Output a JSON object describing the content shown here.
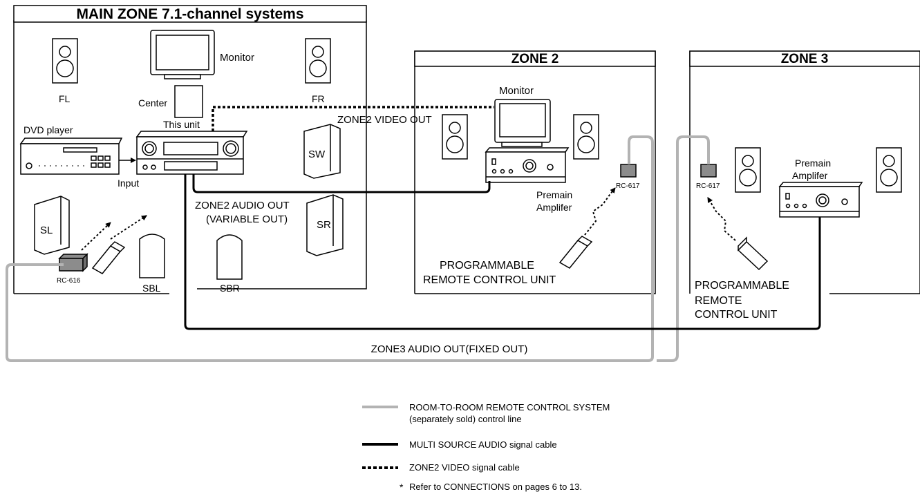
{
  "zones": {
    "main": {
      "title": "MAIN ZONE 7.1-channel systems",
      "monitor": "Monitor",
      "center": "Center",
      "this_unit": "This unit",
      "dvd_player": "DVD player",
      "input": "Input",
      "speakers": {
        "fl": "FL",
        "fr": "FR",
        "sw": "SW",
        "sl": "SL",
        "sr": "SR",
        "sbl": "SBL",
        "sbr": "SBR"
      },
      "receiver": "RC-616",
      "zone2_video_out": "ZONE2 VIDEO OUT",
      "zone2_audio_out_line1": "ZONE2 AUDIO OUT",
      "zone2_audio_out_line2": "(VARIABLE OUT)"
    },
    "zone2": {
      "title": "ZONE 2",
      "monitor": "Monitor",
      "amp_line1": "Premain",
      "amp_line2": "Amplifer",
      "receiver": "RC-617",
      "remote_line1": "PROGRAMMABLE",
      "remote_line2": "REMOTE CONTROL UNIT"
    },
    "zone3": {
      "title": "ZONE 3",
      "amp_line1": "Premain",
      "amp_line2": "Amplifer",
      "receiver": "RC-617",
      "remote_line1": "PROGRAMMABLE",
      "remote_line2": "REMOTE",
      "remote_line3": "CONTROL UNIT"
    }
  },
  "zone3_audio_out": "ZONE3 AUDIO OUT(FIXED OUT)",
  "legend": {
    "remote_line1": "ROOM-TO-ROOM REMOTE CONTROL SYSTEM",
    "remote_line2": "(separately sold) control line",
    "audio": "MULTI SOURCE AUDIO signal cable",
    "video": "ZONE2 VIDEO signal cable"
  },
  "note": "Refer to CONNECTIONS on pages 6 to 13.",
  "note_mark": "*",
  "colors": {
    "control_line": "#b3b3b3",
    "audio_cable": "#000000",
    "video_cable": "#000000",
    "receiver_fill": "#8c8c8c"
  }
}
